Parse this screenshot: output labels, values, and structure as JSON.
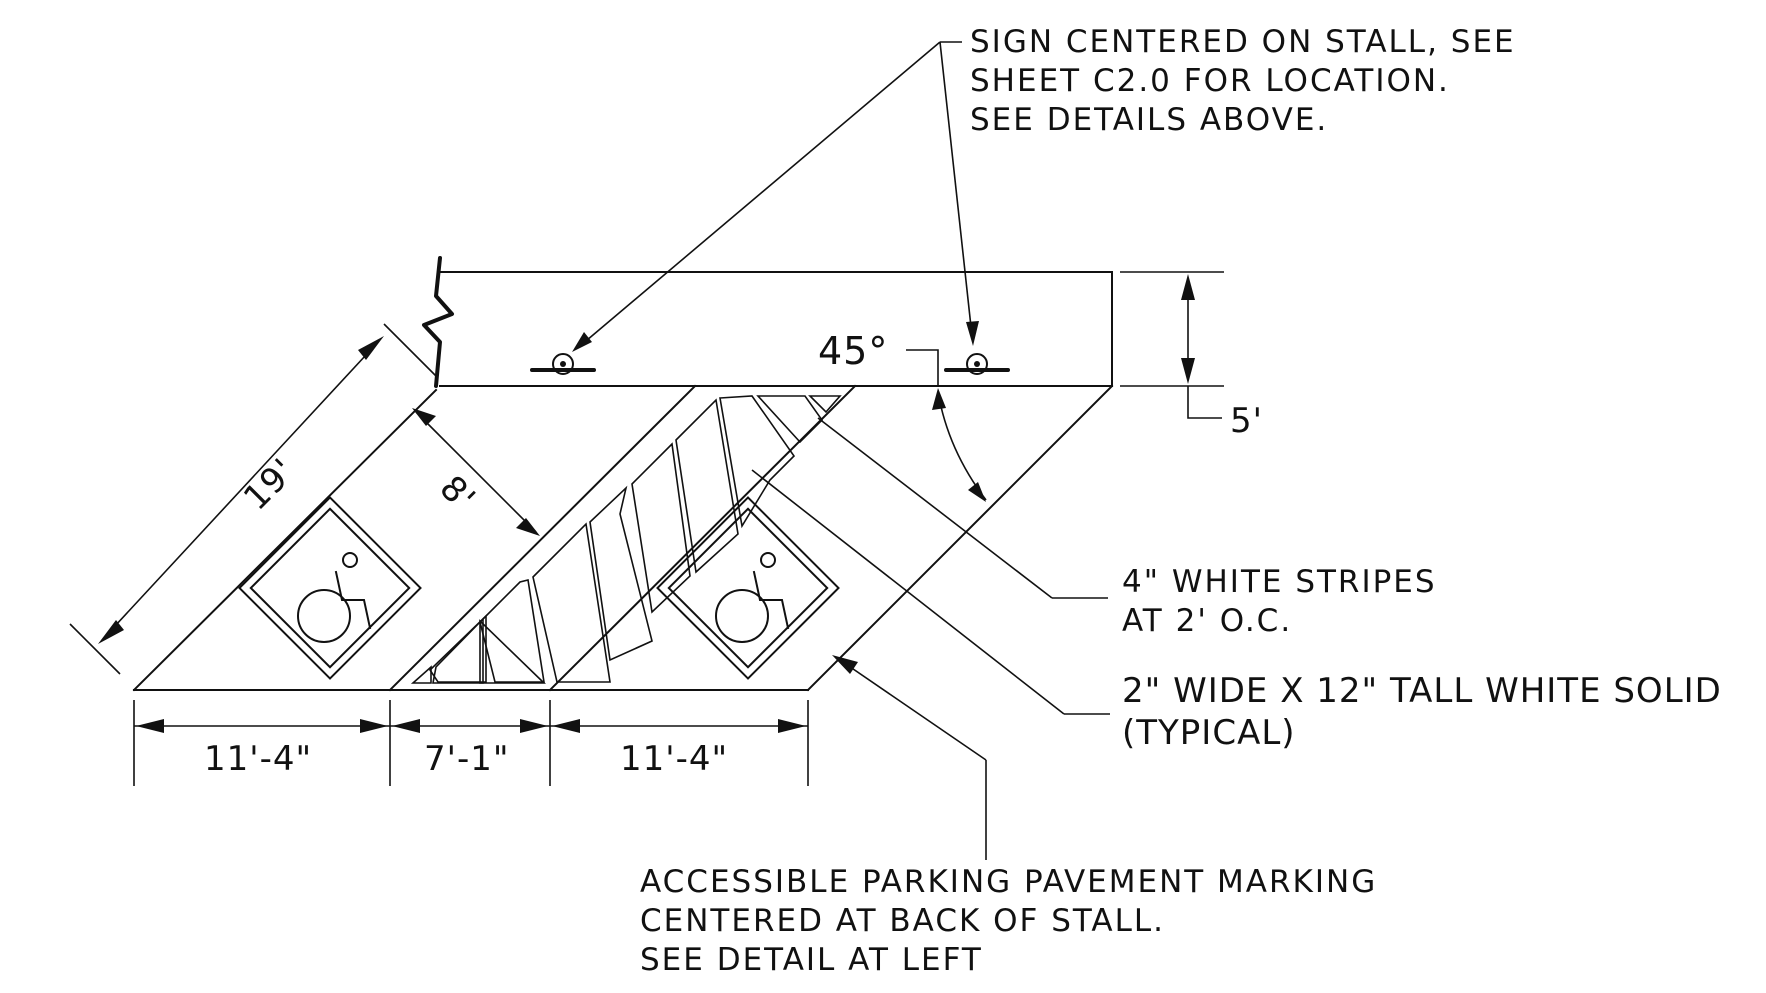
{
  "notes": {
    "sign": [
      "SIGN CENTERED ON STALL, SEE",
      "SHEET C2.0 FOR LOCATION.",
      "SEE DETAILS ABOVE."
    ],
    "stripes": [
      "4\" WHITE STRIPES",
      "AT 2' O.C."
    ],
    "solid": [
      "2\" WIDE X 12\" TALL WHITE SOLID",
      "(TYPICAL)"
    ],
    "marking": [
      "ACCESSIBLE PARKING PAVEMENT MARKING",
      "CENTERED AT BACK OF STALL.",
      "SEE DETAIL AT LEFT"
    ]
  },
  "dimensions": {
    "angle": "45°",
    "walk_depth": "5'",
    "stall_length": "19'",
    "aisle_width": "8'",
    "bottom": [
      "11'-4\"",
      "7'-1\"",
      "11'-4\""
    ]
  },
  "icons": [
    "wheelchair-icon",
    "wheelchair-icon"
  ],
  "colors": {
    "line": "#111111",
    "background": "#ffffff"
  }
}
